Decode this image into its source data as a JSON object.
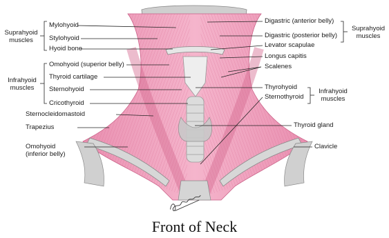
{
  "left_groups": {
    "suprahyoid": "Suprahyoid\nmuscles",
    "infrahyoid": "Infrahyoid\nmuscles"
  },
  "right_groups": {
    "suprahyoid": "Suprahyoid\nmuscles",
    "infrahyoid": "Infrahyoid\nmuscles"
  },
  "left_labels": {
    "mylohyoid": "Mylohyoid",
    "stylohyoid": "Stylohyoid",
    "hyoid_bone": "Hyoid bone",
    "omohyoid_sup": "Omohyoid (superior belly)",
    "thyroid_cartilage": "Thyroid cartilage",
    "sternohyoid": "Sternohyoid",
    "cricothyroid": "Cricothyroid",
    "sternocleidomastoid": "Sternocleidomastoid",
    "trapezius": "Trapezius",
    "omohyoid_inf": "Omohyoid\n(inferior belly)"
  },
  "right_labels": {
    "digastric_ant": "Digastric (anterior belly)",
    "digastric_post": "Digastric (posterior belly)",
    "levator": "Levator scapulae",
    "longus": "Longus capitis",
    "scalenes": "Scalenes",
    "thyrohyoid": "Thyrohyoid",
    "sternothyroid": "Sternothyroid",
    "thyroid_gland": "Thyroid gland",
    "clavicle": "Clavicle"
  },
  "signature": "John V. Hagen",
  "caption": "Front of Neck"
}
